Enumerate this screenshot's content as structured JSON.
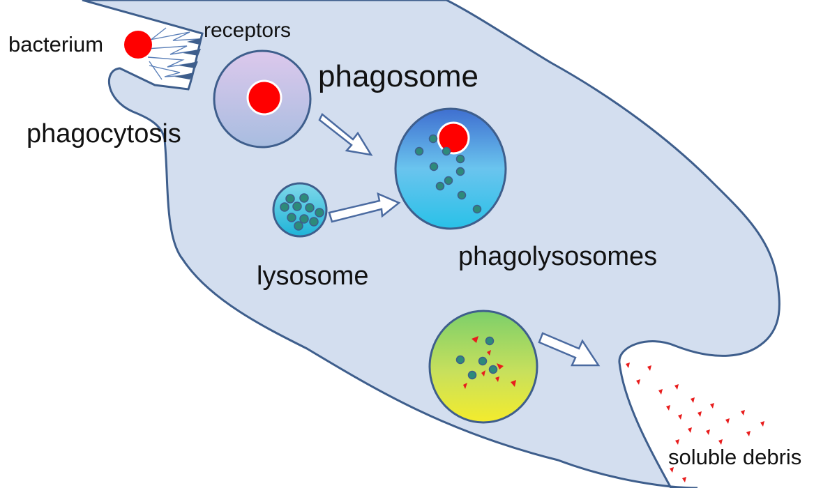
{
  "labels": {
    "bacterium": "bacterium",
    "receptors": "receptors",
    "phagosome": "phagosome",
    "phagocytosis": "phagocytosis",
    "lysosome": "lysosome",
    "phagolysosomes": "phagolysosomes",
    "soluble_debris": "soluble debris"
  },
  "colors": {
    "cell_fill": "#d3deef",
    "cell_stroke": "#3e5e8c",
    "bacterium": "#ff0000",
    "enzyme_granule": "#2d8a7a",
    "debris": "#e81c1c",
    "arrow": "#4a6aa0"
  },
  "icons": {
    "arrow": "hollow-block-arrow",
    "bacterium": "red-circle",
    "enzyme": "teal-dot",
    "debris": "red-shard"
  }
}
